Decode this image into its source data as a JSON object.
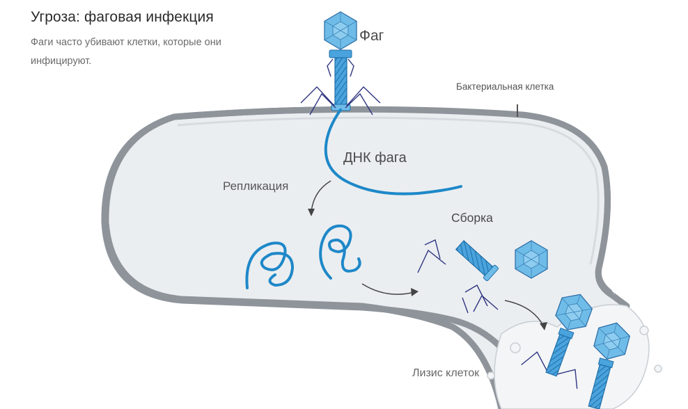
{
  "header": {
    "title": "Угроза: фаговая инфекция",
    "subtitle": "Фаги часто убивают клетки, которые они инфицируют."
  },
  "labels": {
    "phage": "Фаг",
    "bacterial_cell": "Бактериальная клетка",
    "phage_dna": "ДНК фага",
    "replication": "Репликация",
    "assembly": "Сборка",
    "cell_lysis": "Лизис клеток"
  },
  "colors": {
    "phage_blue": "#5aaee0",
    "dna_blue": "#1e88c8",
    "cell_fill": "#eceff2",
    "cell_membrane": "#8e949a",
    "tail_fiber": "#2f3580"
  }
}
